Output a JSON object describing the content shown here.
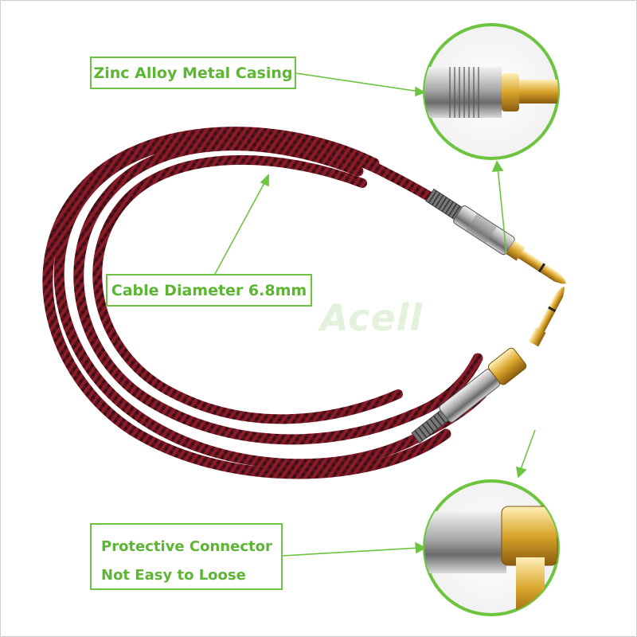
{
  "callouts": {
    "casing": "Zinc Alloy Metal Casing",
    "diameter": "Cable Diameter 6.8mm",
    "connector_line1": "Protective Connector",
    "connector_line2": "Not Easy to Loose"
  },
  "watermark": "Acell",
  "colors": {
    "callout_green": "#6cc43f",
    "cable_red": "#6e1420",
    "plug_gold": "#d4a02a",
    "casing_silver": "#b9b9b9"
  }
}
